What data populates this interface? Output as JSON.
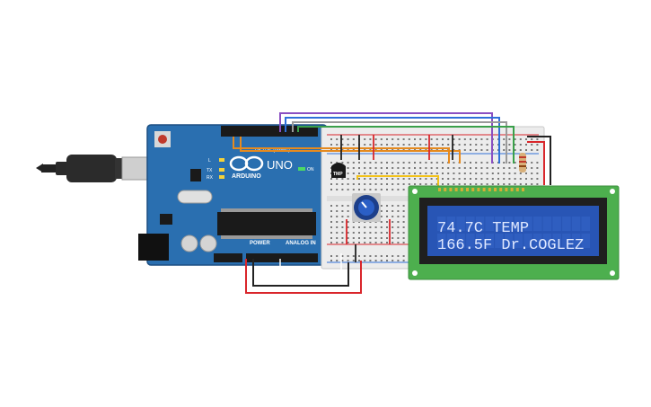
{
  "arduino": {
    "logo": "ARDUINO",
    "model": "UNO",
    "on_label": "ON",
    "l_label": "L",
    "tx_label": "TX",
    "rx_label": "RX",
    "power_label": "POWER",
    "analog_label": "ANALOG IN",
    "digital_label": "DIGITAL (PWM~)"
  },
  "sensor": {
    "label": "TMP"
  },
  "lcd": {
    "line1": "74.7C TEMP",
    "line2": "166.5F Dr.COGLEZ"
  },
  "colors": {
    "board_blue": "#2a6fb0",
    "breadboard": "#ececec",
    "lcd_pcb": "#4daf4e",
    "lcd_screen": "#2855b5",
    "wire_red": "#d9262b",
    "wire_black": "#222222",
    "wire_orange": "#e58a1f",
    "wire_yellow": "#f2c21b",
    "wire_purple": "#8a4fc2",
    "wire_blue": "#2f6fd8",
    "wire_gray": "#9a9a9a",
    "wire_green": "#3aa04a"
  }
}
